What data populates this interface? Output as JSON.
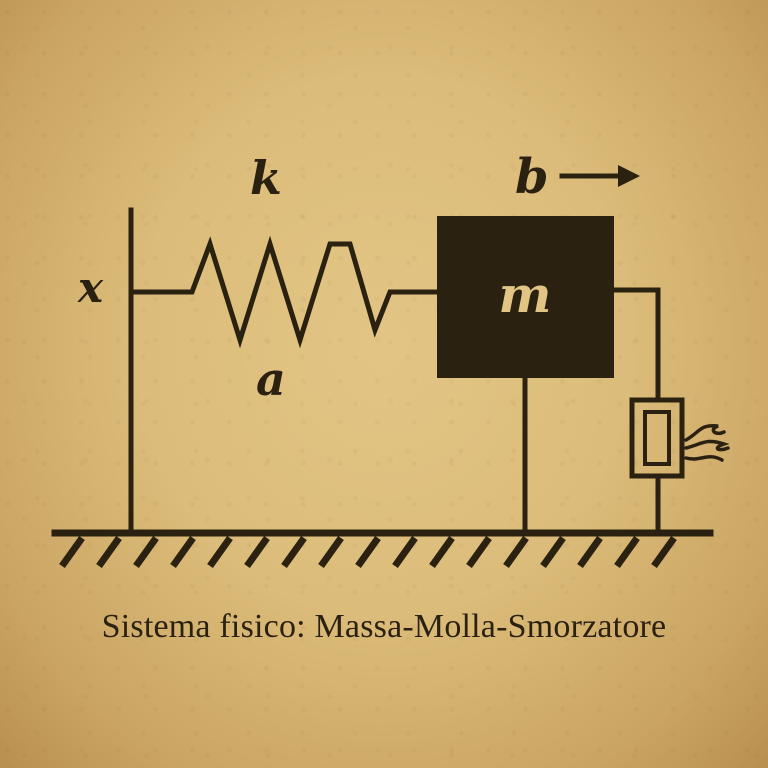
{
  "diagram": {
    "labels": {
      "x": "x",
      "k": "k",
      "a": "a",
      "b": "b",
      "m": "m"
    },
    "caption": "Sistema fisico: Massa-Molla-Smorzatore",
    "colors": {
      "ink": "#2b2110",
      "paper": "#dcbc7a",
      "mass_label": "#e2c585"
    },
    "icons": {
      "direction_arrow": "right-arrow-icon",
      "damper_flame": "flame-icon"
    }
  }
}
